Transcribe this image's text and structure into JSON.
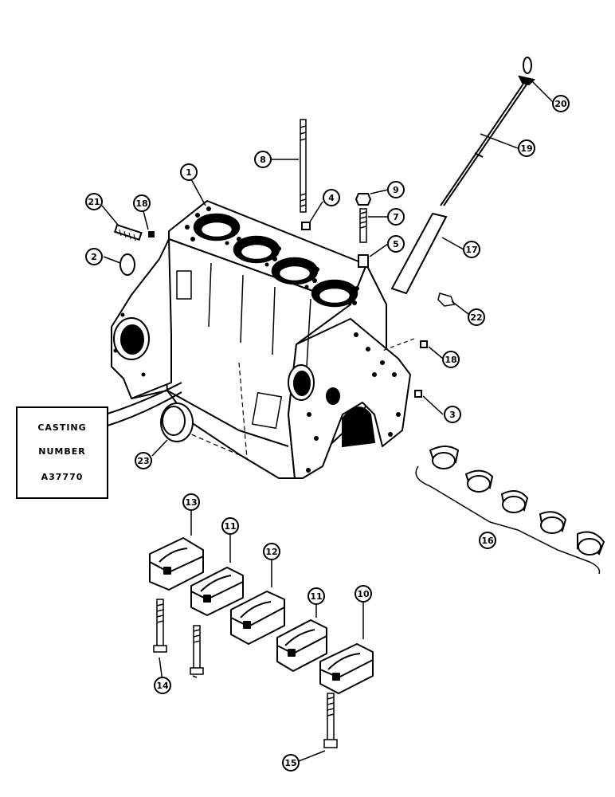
{
  "casting_label": {
    "line1": "CASTING",
    "line2": "NUMBER",
    "line3": "A37770"
  },
  "callouts": [
    {
      "id": "c1",
      "label": "1"
    },
    {
      "id": "c2",
      "label": "2"
    },
    {
      "id": "c3",
      "label": "3"
    },
    {
      "id": "c4",
      "label": "4"
    },
    {
      "id": "c5",
      "label": "5"
    },
    {
      "id": "c7",
      "label": "7"
    },
    {
      "id": "c8",
      "label": "8"
    },
    {
      "id": "c9",
      "label": "9"
    },
    {
      "id": "c10",
      "label": "10"
    },
    {
      "id": "c11a",
      "label": "11"
    },
    {
      "id": "c11b",
      "label": "11"
    },
    {
      "id": "c12",
      "label": "12"
    },
    {
      "id": "c13",
      "label": "13"
    },
    {
      "id": "c14",
      "label": "14"
    },
    {
      "id": "c15",
      "label": "15"
    },
    {
      "id": "c16",
      "label": "16"
    },
    {
      "id": "c17",
      "label": "17"
    },
    {
      "id": "c18a",
      "label": "18"
    },
    {
      "id": "c18b",
      "label": "18"
    },
    {
      "id": "c19",
      "label": "19"
    },
    {
      "id": "c20",
      "label": "20"
    },
    {
      "id": "c21",
      "label": "21"
    },
    {
      "id": "c22",
      "label": "22"
    },
    {
      "id": "c23",
      "label": "23"
    }
  ]
}
